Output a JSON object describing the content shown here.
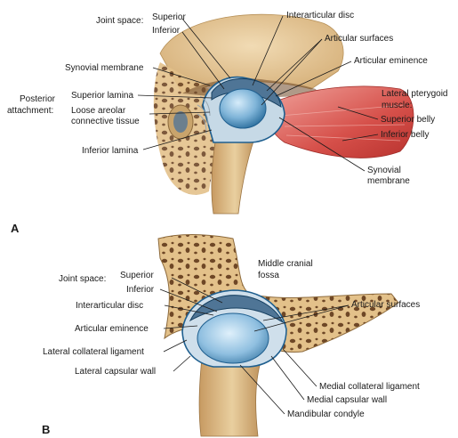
{
  "panel_a": {
    "letter": "A",
    "labels": {
      "joint_space": "Joint space:",
      "superior": "Superior",
      "inferior": "Inferior",
      "interarticular_disc": "Interarticular disc",
      "articular_surfaces": "Articular surfaces",
      "articular_eminence": "Articular eminence",
      "synovial_membrane_left": "Synovial membrane",
      "posterior_attachment_1": "Posterior",
      "posterior_attachment_2": "attachment:",
      "superior_lamina": "Superior lamina",
      "loose_areolar_1": "Loose areolar",
      "loose_areolar_2": "connective tissue",
      "inferior_lamina": "Inferior lamina",
      "lateral_pterygoid_1": "Lateral pterygoid",
      "lateral_pterygoid_2": "muscle:",
      "superior_belly": "Superior belly",
      "inferior_belly": "Inferior belly",
      "synovial_membrane_right_1": "Synovial",
      "synovial_membrane_right_2": "membrane"
    }
  },
  "panel_b": {
    "letter": "B",
    "labels": {
      "joint_space": "Joint space:",
      "superior": "Superior",
      "inferior": "Inferior",
      "middle_cranial_1": "Middle cranial",
      "middle_cranial_2": "fossa",
      "interarticular_disc": "Interarticular disc",
      "articular_surfaces": "Articular surfaces",
      "articular_eminence": "Articular eminence",
      "lateral_collateral_ligament": "Lateral collateral ligament",
      "lateral_capsular_wall": "Lateral capsular wall",
      "medial_collateral_ligament": "Medial collateral ligament",
      "medial_capsular_wall": "Medial capsular wall",
      "mandibular_condyle": "Mandibular condyle"
    }
  },
  "colors": {
    "bone": "#e6c48e",
    "bone_dark": "#c49a5c",
    "trabecular": "#7a5230",
    "cartilage": "#a8c8de",
    "disc": "#8fa9bd",
    "synovial_blue": "#1f5f8f",
    "muscle": "#d6504a"
  }
}
